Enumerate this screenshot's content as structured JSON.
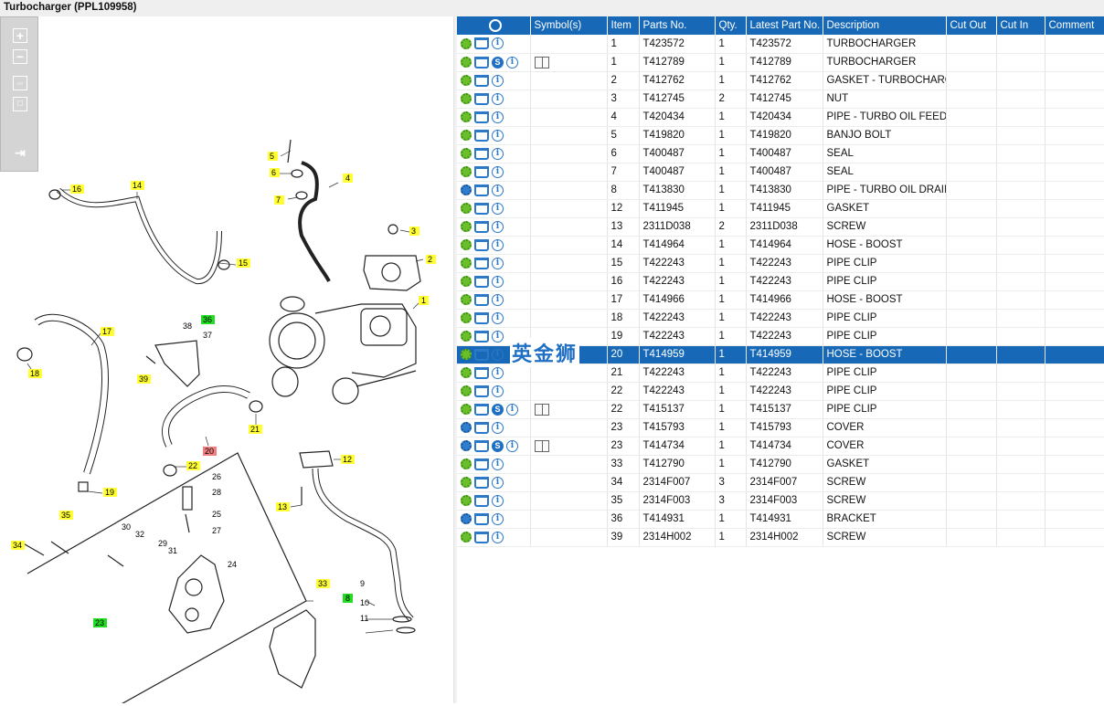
{
  "window_title": "Turbocharger (PPL109958)",
  "columns": [
    "",
    "Symbol(s)",
    "Item",
    "Parts No.",
    "Qty.",
    "Latest Part No.",
    "Description",
    "Cut Out",
    "Cut In",
    "Comment"
  ],
  "rows": [
    {
      "item": "1",
      "part": "T423572",
      "qty": "1",
      "latest": "T423572",
      "desc": "TURBOCHARGER",
      "icons": [
        "gear",
        "cart",
        "info"
      ],
      "sym": ""
    },
    {
      "item": "1",
      "part": "T412789",
      "qty": "1",
      "latest": "T412789",
      "desc": "TURBOCHARGER",
      "icons": [
        "gear",
        "cart",
        "s",
        "info"
      ],
      "sym": "book"
    },
    {
      "item": "2",
      "part": "T412762",
      "qty": "1",
      "latest": "T412762",
      "desc": "GASKET - TURBOCHARGER",
      "icons": [
        "gear",
        "cart",
        "info"
      ],
      "sym": ""
    },
    {
      "item": "3",
      "part": "T412745",
      "qty": "2",
      "latest": "T412745",
      "desc": "NUT",
      "icons": [
        "gear",
        "cart",
        "info"
      ],
      "sym": ""
    },
    {
      "item": "4",
      "part": "T420434",
      "qty": "1",
      "latest": "T420434",
      "desc": "PIPE - TURBO OIL FEED",
      "icons": [
        "gear",
        "cart",
        "info"
      ],
      "sym": ""
    },
    {
      "item": "5",
      "part": "T419820",
      "qty": "1",
      "latest": "T419820",
      "desc": "BANJO BOLT",
      "icons": [
        "gear",
        "cart",
        "info"
      ],
      "sym": ""
    },
    {
      "item": "6",
      "part": "T400487",
      "qty": "1",
      "latest": "T400487",
      "desc": "SEAL",
      "icons": [
        "gear",
        "cart",
        "info"
      ],
      "sym": ""
    },
    {
      "item": "7",
      "part": "T400487",
      "qty": "1",
      "latest": "T400487",
      "desc": "SEAL",
      "icons": [
        "gear",
        "cart",
        "info"
      ],
      "sym": ""
    },
    {
      "item": "8",
      "part": "T413830",
      "qty": "1",
      "latest": "T413830",
      "desc": "PIPE - TURBO OIL DRAIN",
      "icons": [
        "gearblue",
        "cart",
        "info"
      ],
      "sym": ""
    },
    {
      "item": "12",
      "part": "T411945",
      "qty": "1",
      "latest": "T411945",
      "desc": "GASKET",
      "icons": [
        "gear",
        "cart",
        "info"
      ],
      "sym": ""
    },
    {
      "item": "13",
      "part": "2311D038",
      "qty": "2",
      "latest": "2311D038",
      "desc": "SCREW",
      "icons": [
        "gear",
        "cart",
        "info"
      ],
      "sym": ""
    },
    {
      "item": "14",
      "part": "T414964",
      "qty": "1",
      "latest": "T414964",
      "desc": "HOSE - BOOST",
      "icons": [
        "gear",
        "cart",
        "info"
      ],
      "sym": ""
    },
    {
      "item": "15",
      "part": "T422243",
      "qty": "1",
      "latest": "T422243",
      "desc": "PIPE CLIP",
      "icons": [
        "gear",
        "cart",
        "info"
      ],
      "sym": ""
    },
    {
      "item": "16",
      "part": "T422243",
      "qty": "1",
      "latest": "T422243",
      "desc": "PIPE CLIP",
      "icons": [
        "gear",
        "cart",
        "info"
      ],
      "sym": ""
    },
    {
      "item": "17",
      "part": "T414966",
      "qty": "1",
      "latest": "T414966",
      "desc": "HOSE - BOOST",
      "icons": [
        "gear",
        "cart",
        "info"
      ],
      "sym": ""
    },
    {
      "item": "18",
      "part": "T422243",
      "qty": "1",
      "latest": "T422243",
      "desc": "PIPE CLIP",
      "icons": [
        "gear",
        "cart",
        "info"
      ],
      "sym": ""
    },
    {
      "item": "19",
      "part": "T422243",
      "qty": "1",
      "latest": "T422243",
      "desc": "PIPE CLIP",
      "icons": [
        "gear",
        "cart",
        "info"
      ],
      "sym": ""
    },
    {
      "item": "20",
      "part": "T414959",
      "qty": "1",
      "latest": "T414959",
      "desc": "HOSE - BOOST",
      "icons": [
        "gear",
        "cart",
        "info"
      ],
      "sym": "",
      "selected": true
    },
    {
      "item": "21",
      "part": "T422243",
      "qty": "1",
      "latest": "T422243",
      "desc": "PIPE CLIP",
      "icons": [
        "gear",
        "cart",
        "info"
      ],
      "sym": ""
    },
    {
      "item": "22",
      "part": "T422243",
      "qty": "1",
      "latest": "T422243",
      "desc": "PIPE CLIP",
      "icons": [
        "gear",
        "cart",
        "info"
      ],
      "sym": ""
    },
    {
      "item": "22",
      "part": "T415137",
      "qty": "1",
      "latest": "T415137",
      "desc": "PIPE CLIP",
      "icons": [
        "gear",
        "cart",
        "s",
        "info"
      ],
      "sym": "book"
    },
    {
      "item": "23",
      "part": "T415793",
      "qty": "1",
      "latest": "T415793",
      "desc": "COVER",
      "icons": [
        "gearblue",
        "cart",
        "info"
      ],
      "sym": ""
    },
    {
      "item": "23",
      "part": "T414734",
      "qty": "1",
      "latest": "T414734",
      "desc": "COVER",
      "icons": [
        "gearblue",
        "cart",
        "s",
        "info"
      ],
      "sym": "book"
    },
    {
      "item": "33",
      "part": "T412790",
      "qty": "1",
      "latest": "T412790",
      "desc": "GASKET",
      "icons": [
        "gear",
        "cart",
        "info"
      ],
      "sym": ""
    },
    {
      "item": "34",
      "part": "2314F007",
      "qty": "3",
      "latest": "2314F007",
      "desc": "SCREW",
      "icons": [
        "gear",
        "cart",
        "info"
      ],
      "sym": ""
    },
    {
      "item": "35",
      "part": "2314F003",
      "qty": "3",
      "latest": "2314F003",
      "desc": "SCREW",
      "icons": [
        "gear",
        "cart",
        "info"
      ],
      "sym": ""
    },
    {
      "item": "36",
      "part": "T414931",
      "qty": "1",
      "latest": "T414931",
      "desc": "BRACKET",
      "icons": [
        "gearblue",
        "cart",
        "info"
      ],
      "sym": ""
    },
    {
      "item": "39",
      "part": "2314H002",
      "qty": "1",
      "latest": "2314H002",
      "desc": "SCREW",
      "icons": [
        "gear",
        "cart",
        "info"
      ],
      "sym": ""
    }
  ],
  "watermark": "英金狮",
  "callouts": {
    "c1": "1",
    "c2": "2",
    "c3": "3",
    "c4": "4",
    "c5": "5",
    "c6": "6",
    "c7": "7",
    "c8": "8",
    "c9": "9",
    "c10": "10",
    "c11": "11",
    "c12": "12",
    "c13": "13",
    "c14": "14",
    "c15": "15",
    "c16": "16",
    "c17": "17",
    "c18": "18",
    "c19": "19",
    "c20": "20",
    "c21": "21",
    "c22": "22",
    "c23": "23",
    "c24": "24",
    "c25": "25",
    "c26": "26",
    "c27": "27",
    "c28": "28",
    "c29": "29",
    "c30": "30",
    "c31": "31",
    "c32": "32",
    "c33": "33",
    "c34": "34",
    "c35": "35",
    "c36": "36",
    "c37": "37",
    "c38": "38",
    "c39": "39"
  },
  "colors": {
    "header_blue": "#1769b8",
    "callout_yellow": "#ffff33",
    "callout_green": "#22dd22",
    "callout_red": "#f08080"
  },
  "toolbox_icons": [
    "zoom-in-icon",
    "zoom-out-icon",
    "fit-page-icon",
    "actual-size-icon",
    "panel-toggle-icon"
  ]
}
